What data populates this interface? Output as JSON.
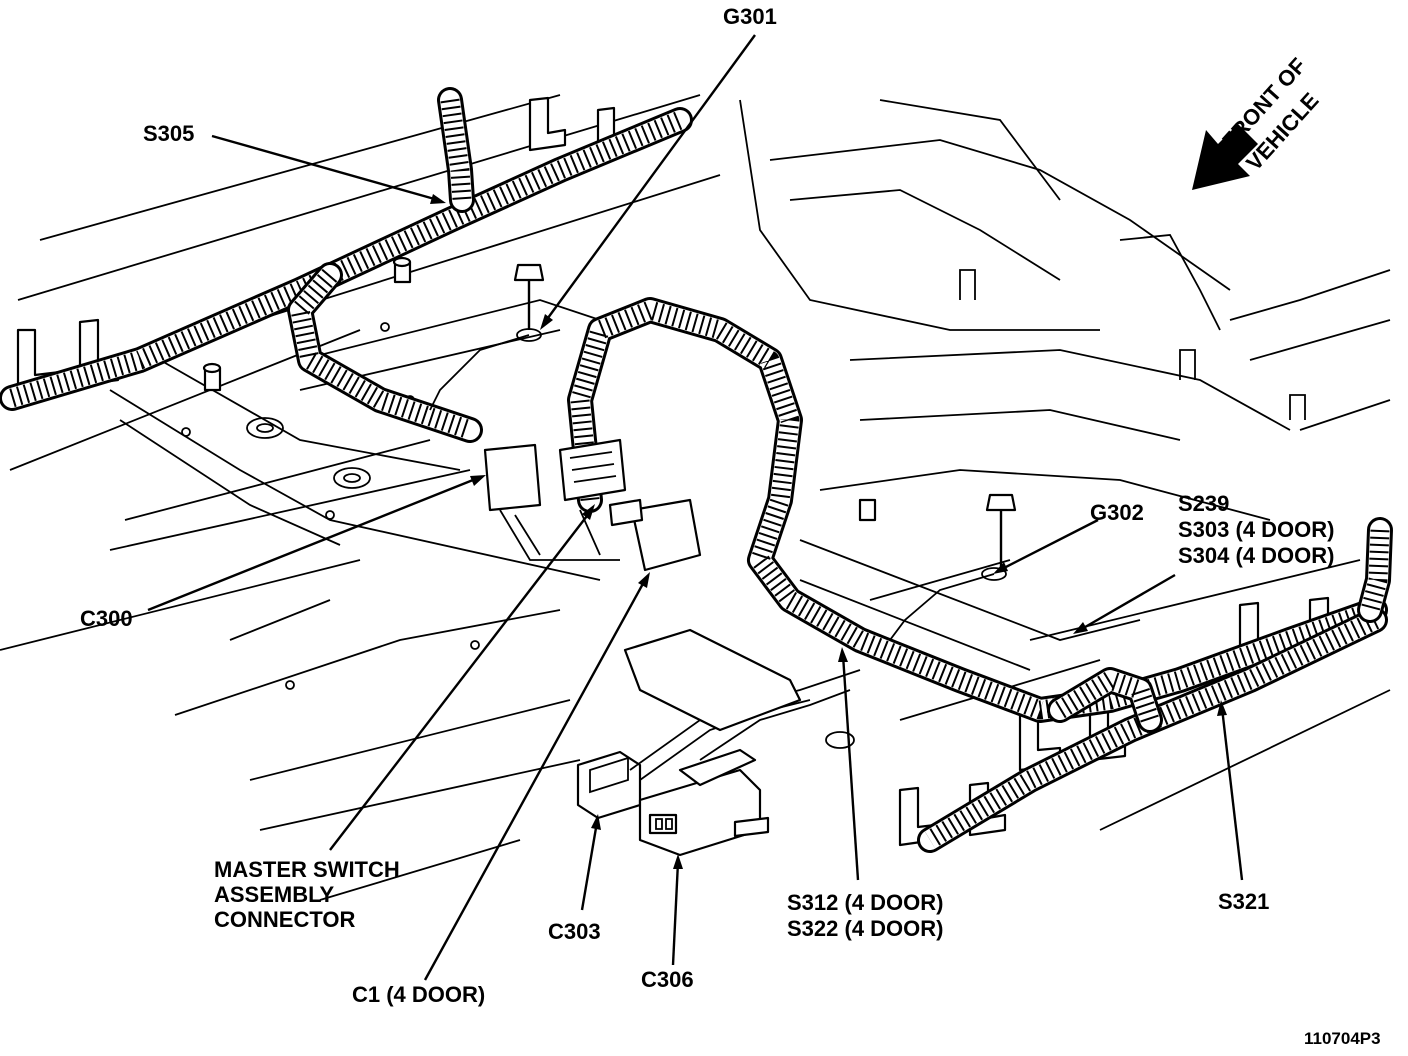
{
  "labels": {
    "g301": "G301",
    "s305": "S305",
    "front_of_vehicle_line1": "FRONT OF",
    "front_of_vehicle_line2": "VEHICLE",
    "c300": "C300",
    "g302": "G302",
    "s239": "S239",
    "s303": "S303 (4 DOOR)",
    "s304": "S304 (4 DOOR)",
    "master_switch_line1": "MASTER SWITCH",
    "master_switch_line2": "ASSEMBLY",
    "master_switch_line3": "CONNECTOR",
    "c303": "C303",
    "s312": "S312 (4 DOOR)",
    "s322": "S322 (4 DOOR)",
    "s321": "S321",
    "c1": "C1 (4 DOOR)",
    "c306": "C306",
    "figure_id": "110704P3"
  }
}
